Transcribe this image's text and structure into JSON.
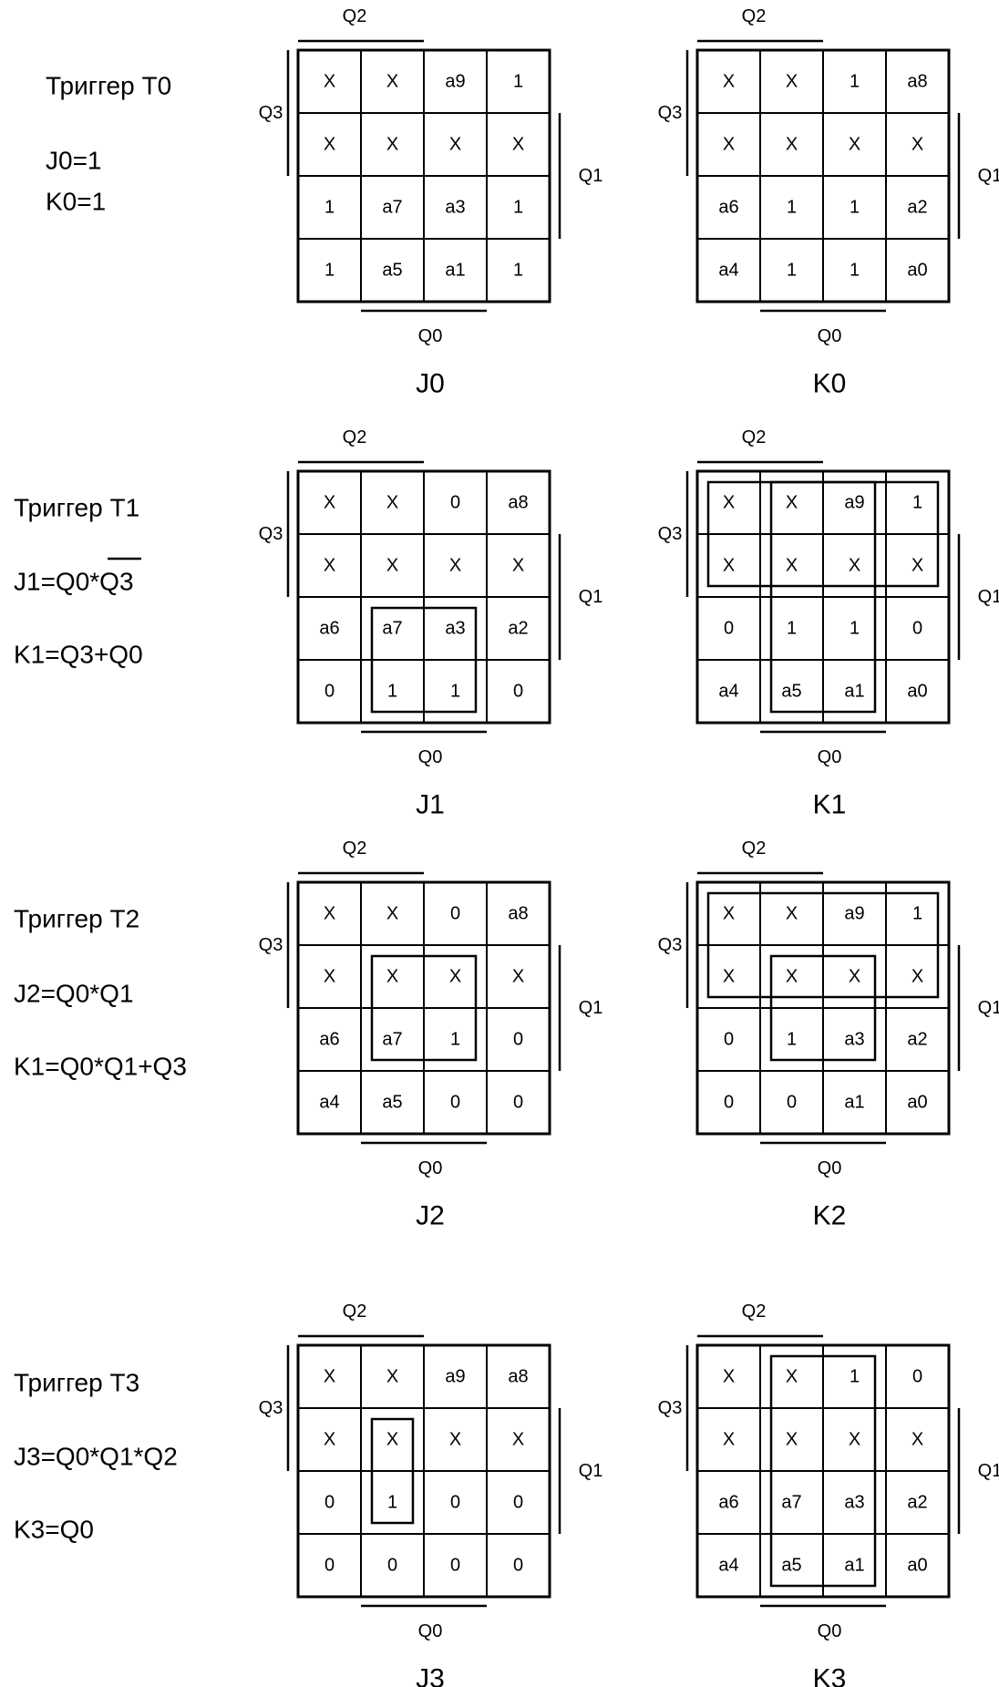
{
  "axis_labels": {
    "top": "Q2",
    "left": "Q3",
    "right": "Q1",
    "bottom": "Q0"
  },
  "triggers": [
    {
      "name": "Триггер T0",
      "equations": [
        "J0=1",
        "K0=1"
      ],
      "maps": [
        {
          "title": "J0",
          "cells": [
            [
              "X",
              "X",
              "a9",
              "1"
            ],
            [
              "X",
              "X",
              "X",
              "X"
            ],
            [
              "1",
              "a7",
              "a3",
              "1"
            ],
            [
              "1",
              "a5",
              "a1",
              "1"
            ]
          ],
          "groups": []
        },
        {
          "title": "K0",
          "cells": [
            [
              "X",
              "X",
              "1",
              "a8"
            ],
            [
              "X",
              "X",
              "X",
              "X"
            ],
            [
              "a6",
              "1",
              "1",
              "a2"
            ],
            [
              "a4",
              "1",
              "1",
              "a0"
            ]
          ],
          "groups": []
        }
      ]
    },
    {
      "name": "Триггер T1",
      "equations": [
        "J1=Q0*Q3",
        "K1=Q3+Q0"
      ],
      "maps": [
        {
          "title": "J1",
          "cells": [
            [
              "X",
              "X",
              "0",
              "a8"
            ],
            [
              "X",
              "X",
              "X",
              "X"
            ],
            [
              "a6",
              "a7",
              "a3",
              "a2"
            ],
            [
              "0",
              "1",
              "1",
              "0"
            ]
          ],
          "groups": [
            {
              "r0": 2,
              "c0": 1,
              "r1": 3,
              "c1": 2
            }
          ]
        },
        {
          "title": "K1",
          "cells": [
            [
              "X",
              "X",
              "a9",
              "1"
            ],
            [
              "X",
              "X",
              "X",
              "X"
            ],
            [
              "0",
              "1",
              "1",
              "0"
            ],
            [
              "a4",
              "a5",
              "a1",
              "a0"
            ]
          ],
          "groups": [
            {
              "r0": 0,
              "c0": 0,
              "r1": 1,
              "c1": 3
            },
            {
              "r0": 0,
              "c0": 1,
              "r1": 3,
              "c1": 2
            }
          ]
        }
      ]
    },
    {
      "name": "Триггер T2",
      "equations": [
        "J2=Q0*Q1",
        "K1=Q0*Q1+Q3"
      ],
      "maps": [
        {
          "title": "J2",
          "cells": [
            [
              "X",
              "X",
              "0",
              "a8"
            ],
            [
              "X",
              "X",
              "X",
              "X"
            ],
            [
              "a6",
              "a7",
              "1",
              "0"
            ],
            [
              "a4",
              "a5",
              "0",
              "0"
            ]
          ],
          "groups": [
            {
              "r0": 1,
              "c0": 1,
              "r1": 2,
              "c1": 2
            }
          ]
        },
        {
          "title": "K2",
          "cells": [
            [
              "X",
              "X",
              "a9",
              "1"
            ],
            [
              "X",
              "X",
              "X",
              "X"
            ],
            [
              "0",
              "1",
              "a3",
              "a2"
            ],
            [
              "0",
              "0",
              "a1",
              "a0"
            ]
          ],
          "groups": [
            {
              "r0": 0,
              "c0": 0,
              "r1": 1,
              "c1": 3
            },
            {
              "r0": 1,
              "c0": 1,
              "r1": 2,
              "c1": 2
            }
          ]
        }
      ]
    },
    {
      "name": "Триггер T3",
      "equations": [
        "J3=Q0*Q1*Q2",
        "K3=Q0"
      ],
      "maps": [
        {
          "title": "J3",
          "cells": [
            [
              "X",
              "X",
              "a9",
              "a8"
            ],
            [
              "X",
              "X",
              "X",
              "X"
            ],
            [
              "0",
              "1",
              "0",
              "0"
            ],
            [
              "0",
              "0",
              "0",
              "0"
            ]
          ],
          "groups": [
            {
              "r0": 1,
              "c0": 1,
              "r1": 2,
              "c1": 1
            }
          ]
        },
        {
          "title": "K3",
          "cells": [
            [
              "X",
              "X",
              "1",
              "0"
            ],
            [
              "X",
              "X",
              "X",
              "X"
            ],
            [
              "a6",
              "a7",
              "a3",
              "a2"
            ],
            [
              "a4",
              "a5",
              "a1",
              "a0"
            ]
          ],
          "groups": [
            {
              "r0": 0,
              "c0": 1,
              "r1": 3,
              "c1": 2
            }
          ]
        }
      ]
    }
  ]
}
